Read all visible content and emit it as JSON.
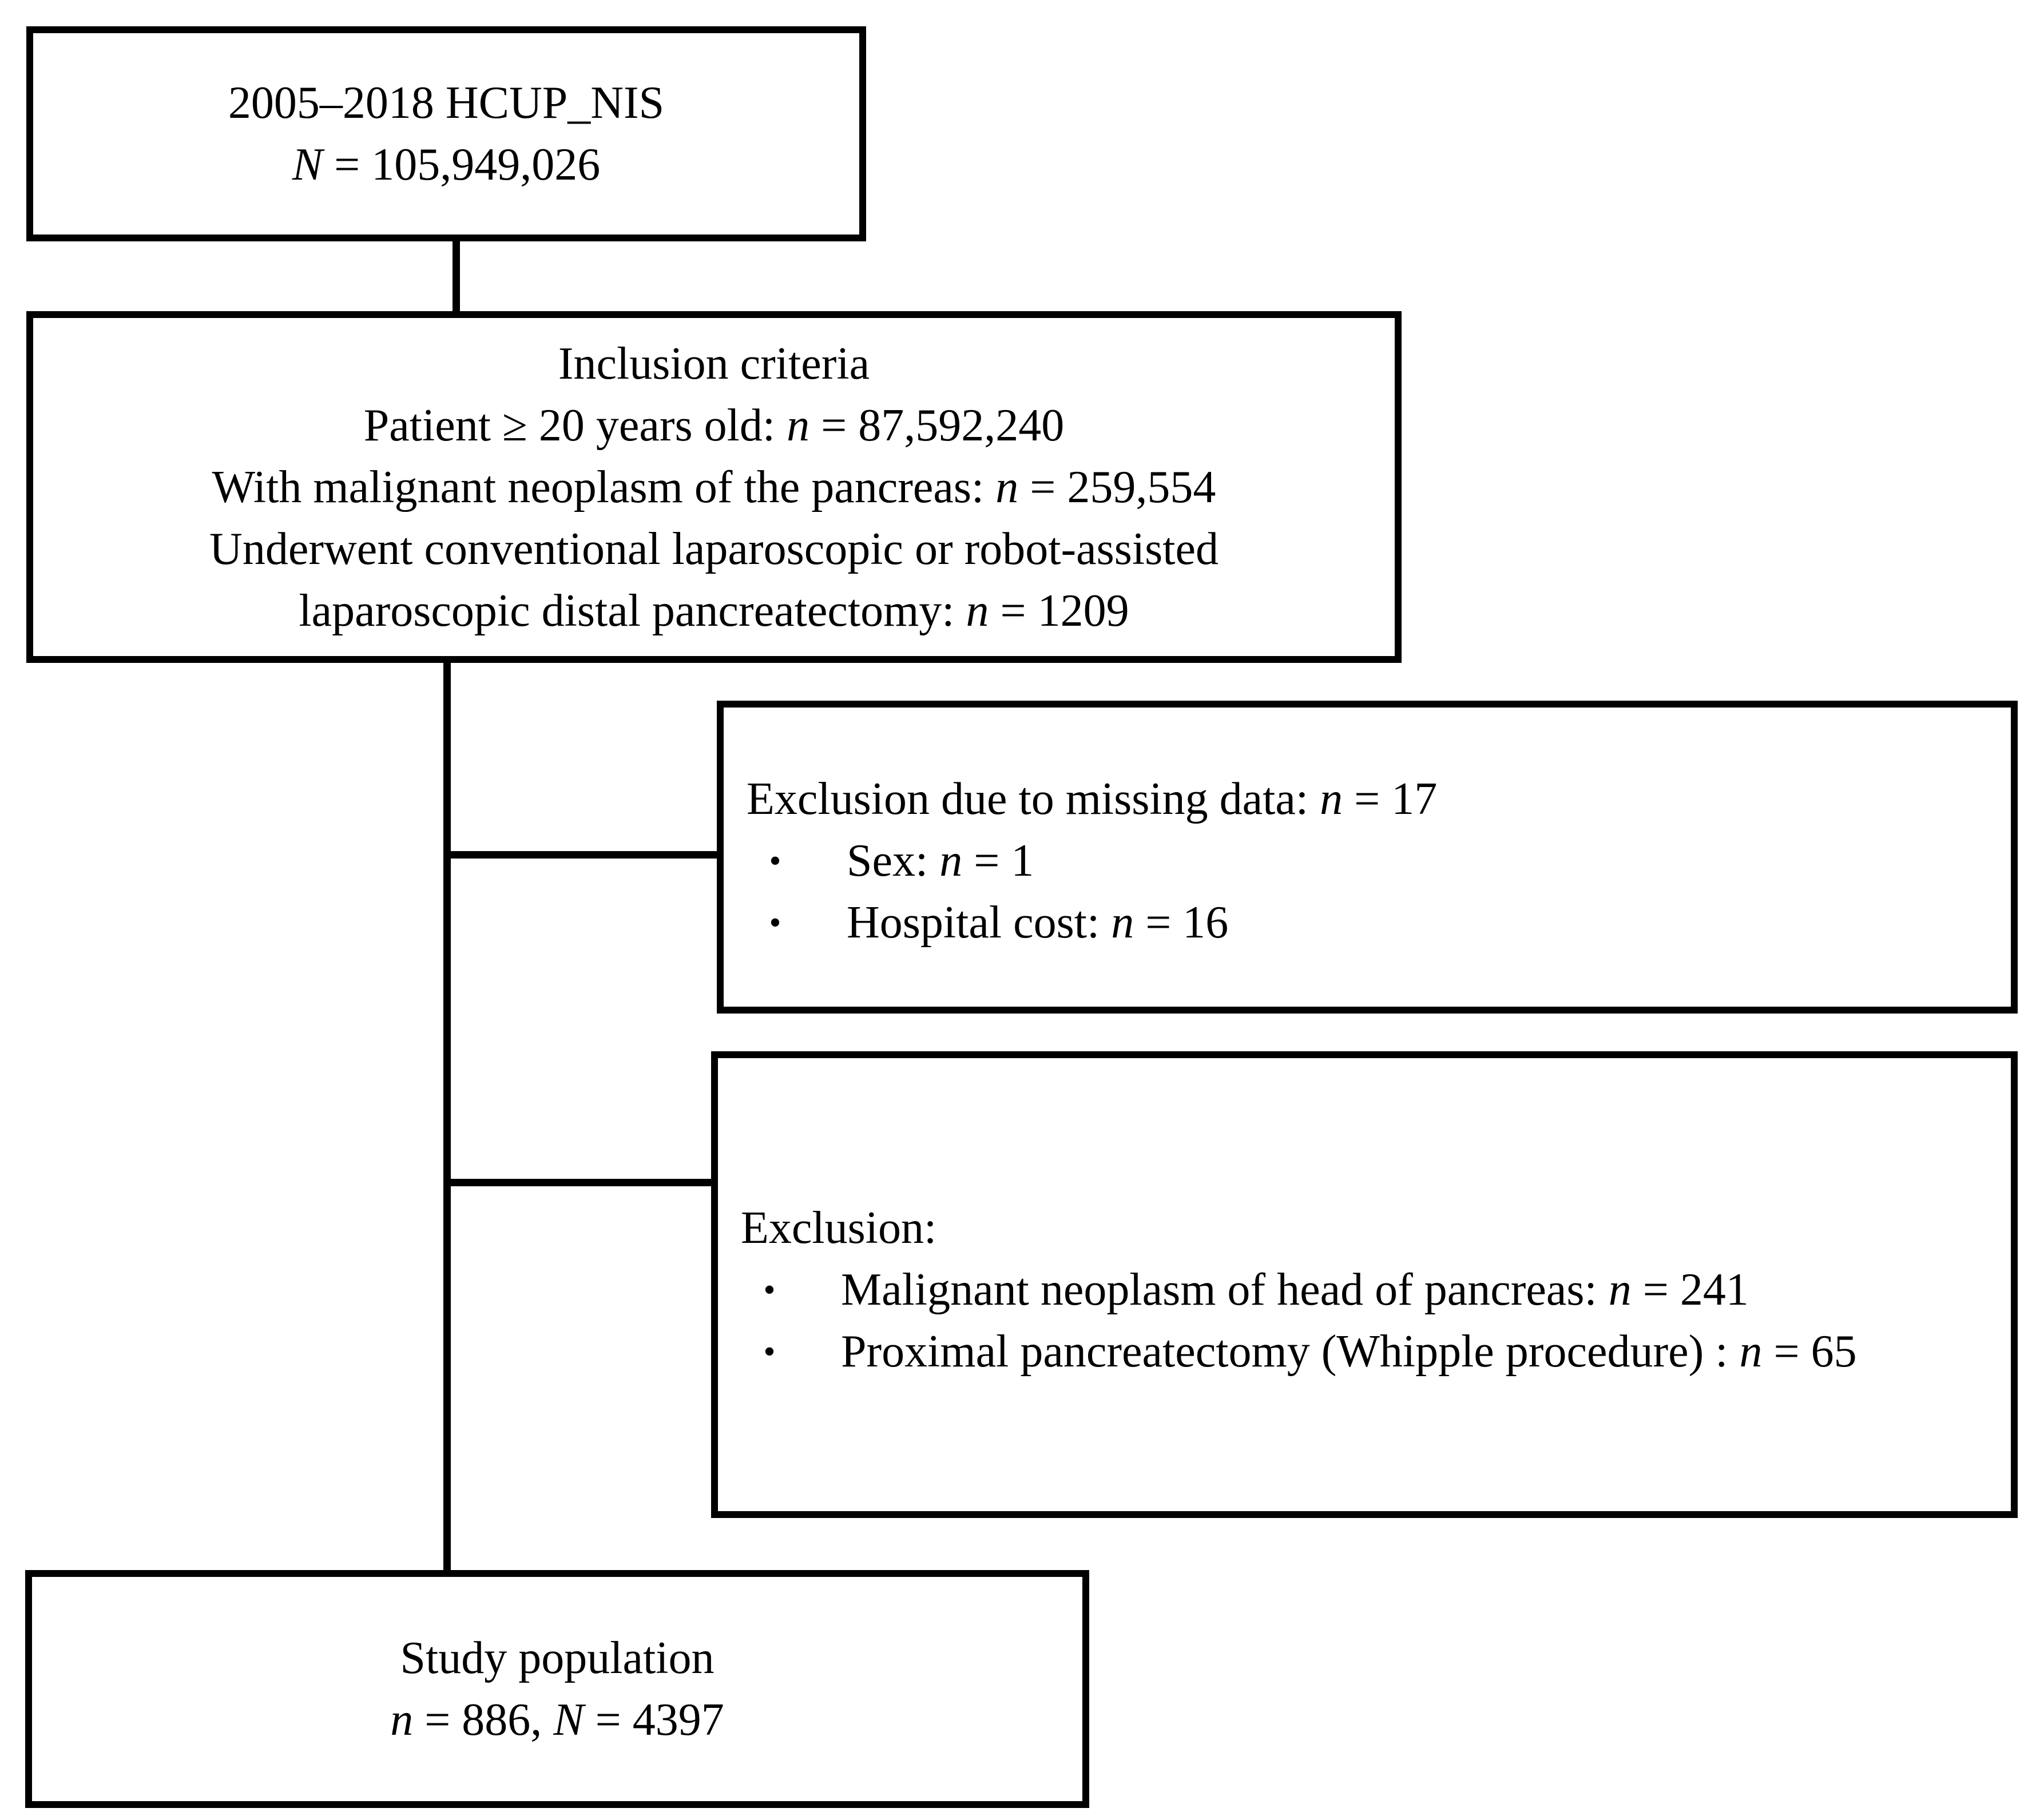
{
  "source_box": {
    "line1": "2005–2018 HCUP_NIS",
    "N_label": "N",
    "N_value": " = 105,949,026"
  },
  "inclusion_box": {
    "title": "Inclusion criteria",
    "criteria": [
      {
        "prefix": "Patient ≥ 20 years old: ",
        "var": "n",
        "value": " = 87,592,240"
      },
      {
        "prefix": "With malignant neoplasm of the pancreas: ",
        "var": "n",
        "value": " = 259,554"
      },
      {
        "prefix": "Underwent conventional laparoscopic or robot-assisted",
        "var": "",
        "value": ""
      },
      {
        "prefix": "laparoscopic distal pancreatectomy: ",
        "var": "n",
        "value": " = 1209"
      }
    ]
  },
  "exclusion_missing_box": {
    "title_prefix": "Exclusion due to missing data: ",
    "title_var": "n",
    "title_value": " = 17",
    "bullet_symbol": "•",
    "items": [
      {
        "prefix": "Sex: ",
        "var": "n",
        "value": " = 1"
      },
      {
        "prefix": "Hospital cost: ",
        "var": "n",
        "value": " = 16"
      }
    ]
  },
  "exclusion_box": {
    "title": "Exclusion:",
    "bullet_symbol": "•",
    "items": [
      {
        "prefix": "Malignant neoplasm of head of pancreas: ",
        "var": "n",
        "value": " = 241"
      },
      {
        "prefix": "Proximal pancreatectomy (Whipple procedure) : ",
        "var": "n",
        "value": " = 65"
      }
    ]
  },
  "study_box": {
    "title": "Study population",
    "n_var": "n",
    "n_value": " = 886, ",
    "N_var": "N",
    "N_value": " = 4397"
  }
}
